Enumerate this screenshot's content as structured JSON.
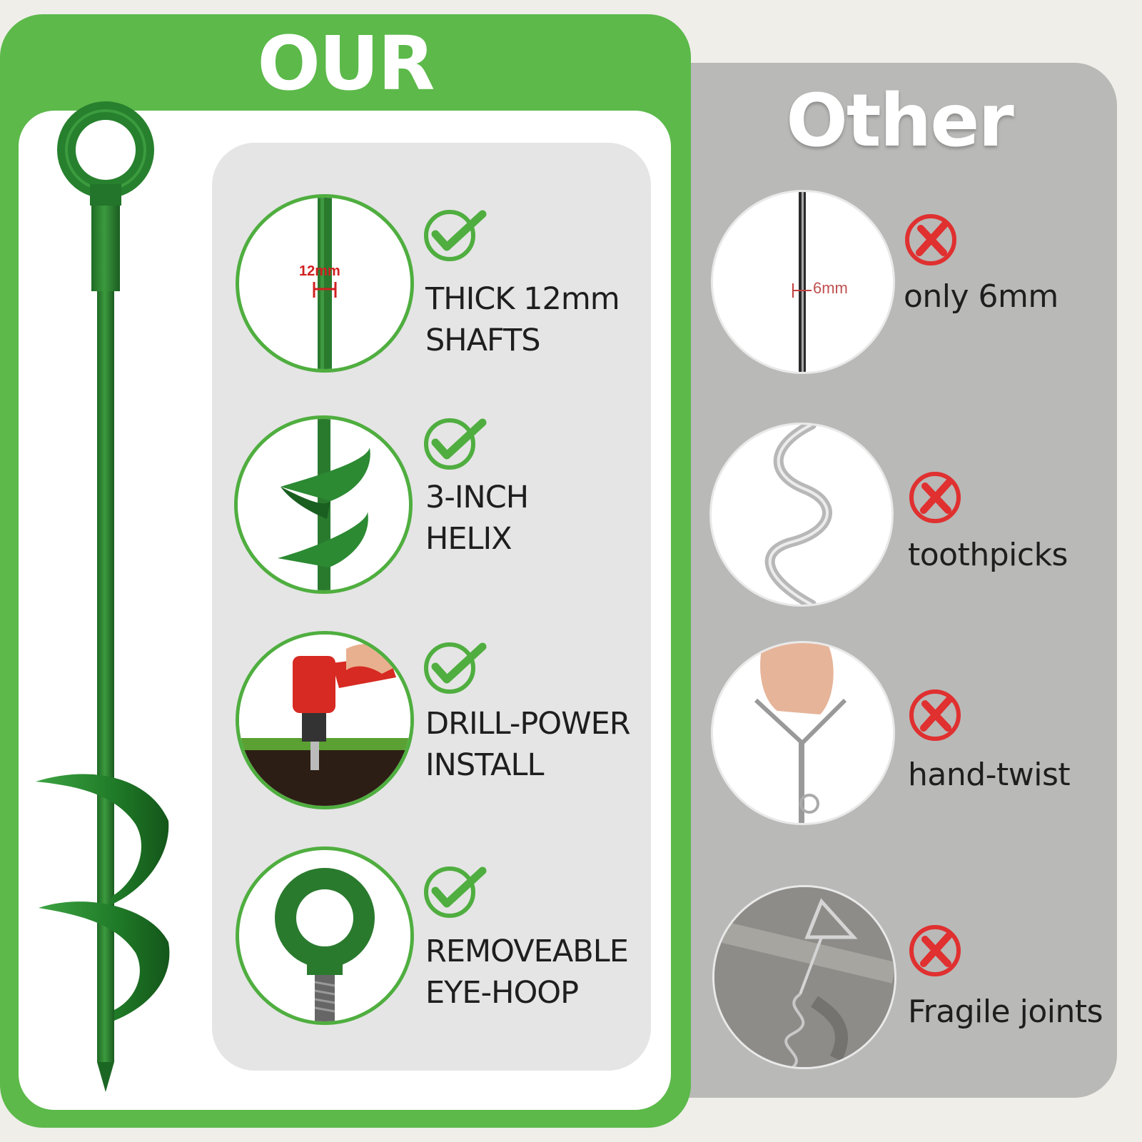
{
  "headings": {
    "our": "OUR",
    "other": "Other"
  },
  "our_features": [
    {
      "lines": [
        "THICK 12mm",
        "SHAFTS"
      ],
      "inset_label": "12mm",
      "icon": "check-icon"
    },
    {
      "lines": [
        "3-INCH",
        "HELIX"
      ],
      "icon": "check-icon"
    },
    {
      "lines": [
        "DRILL-POWER",
        "INSTALL"
      ],
      "icon": "check-icon"
    },
    {
      "lines": [
        "REMOVEABLE",
        "EYE-HOOP"
      ],
      "icon": "check-icon"
    }
  ],
  "other_features": [
    {
      "text": "only 6mm",
      "inset_label": "6mm",
      "icon": "cross-icon"
    },
    {
      "text": "toothpicks",
      "icon": "cross-icon"
    },
    {
      "text": "hand-twist",
      "icon": "cross-icon"
    },
    {
      "text": "Fragile joints",
      "icon": "cross-icon"
    }
  ],
  "colors": {
    "brand_green": "#5cb94a",
    "product_green": "#2a7a2e",
    "check_green": "#4fae3f",
    "cross_red": "#e03030",
    "other_grey": "#b9b9b7"
  }
}
